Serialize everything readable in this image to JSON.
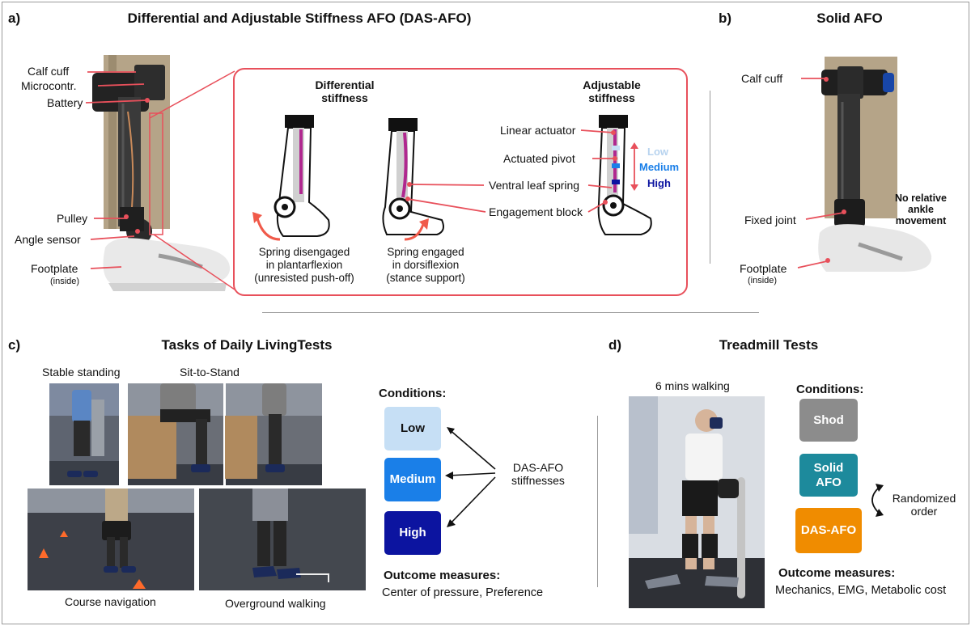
{
  "panel_a": {
    "letter": "a)",
    "title": "Differential and Adjustable Stiffness AFO (DAS-AFO)",
    "labels": {
      "calf_cuff": "Calf cuff",
      "microcontroller": "Microcontr.",
      "battery": "Battery",
      "pulley": "Pulley",
      "angle_sensor": "Angle sensor",
      "footplate": "Footplate",
      "inside": "(inside)"
    },
    "inset": {
      "differential_heading": "Differential\nstiffness",
      "adjustable_heading": "Adjustable\nstiffness",
      "caption_disengaged": "Spring disengaged\nin plantarflexion\n(unresisted push-off)",
      "caption_engaged": "Spring engaged\nin dorsiflexion\n(stance support)",
      "linear_actuator": "Linear actuator",
      "actuated_pivot": "Actuated pivot",
      "ventral_leaf_spring": "Ventral leaf spring",
      "engagement_block": "Engagement block",
      "low": "Low",
      "medium": "Medium",
      "high": "High"
    }
  },
  "panel_b": {
    "letter": "b)",
    "title": "Solid AFO",
    "calf_cuff": "Calf cuff",
    "fixed_joint": "Fixed joint",
    "footplate": "Footplate",
    "inside": "(inside)",
    "note": "No relative\nankle\nmovement"
  },
  "panel_c": {
    "letter": "c)",
    "title": "Tasks of Daily LivingTests",
    "stable_standing": "Stable standing",
    "sit_to_stand": "Sit-to-Stand",
    "course_navigation": "Course navigation",
    "overground_walking": "Overground walking",
    "conditions_heading": "Conditions:",
    "conditions": [
      "Low",
      "Medium",
      "High"
    ],
    "das_afo_stiffnesses": "DAS-AFO\nstiffnesses",
    "outcome_heading": "Outcome measures:",
    "outcome_text": "Center of pressure, Preference"
  },
  "panel_d": {
    "letter": "d)",
    "title": "Treadmill Tests",
    "six_mins": "6 mins walking",
    "conditions_heading": "Conditions:",
    "conditions": [
      "Shod",
      "Solid\nAFO",
      "DAS-AFO"
    ],
    "randomized": "Randomized\norder",
    "outcome_heading": "Outcome measures:",
    "outcome_text": "Mechanics, EMG, Metabolic cost"
  },
  "colors": {
    "inset_border": "#e8505b",
    "leaf_spring": "#b0288f",
    "low": "#c6dff5",
    "medium": "#1a7fe8",
    "high": "#0c14a0",
    "shod": "#8c8c8c",
    "solid_afo": "#1d8a9c",
    "das_afo": "#f08c00",
    "arrow_red": "#f05a4a"
  }
}
